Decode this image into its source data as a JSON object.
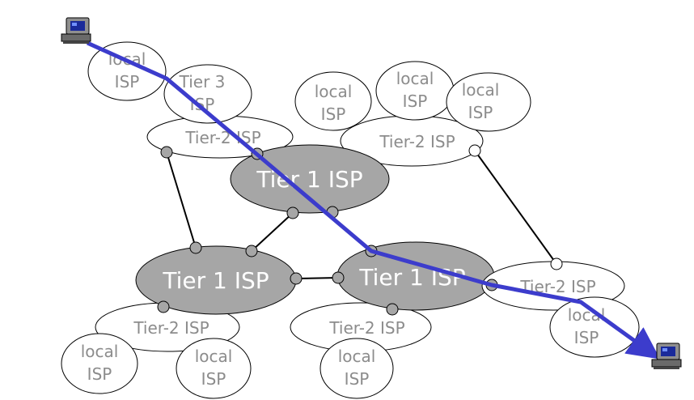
{
  "labels": {
    "local_isp_word": "local",
    "isp_word": "ISP",
    "tier3_line1": "Tier 3",
    "tier3_line2": "ISP",
    "tier2": "Tier-2 ISP",
    "tier1": "Tier 1 ISP"
  },
  "colors": {
    "path": "#3c3ccc",
    "tier1_fill": "#a6a6a6",
    "tier1_text": "#ffffff",
    "label_gray": "#8c8c8c"
  },
  "icons": {
    "source": "computer-icon",
    "destination": "computer-icon"
  }
}
